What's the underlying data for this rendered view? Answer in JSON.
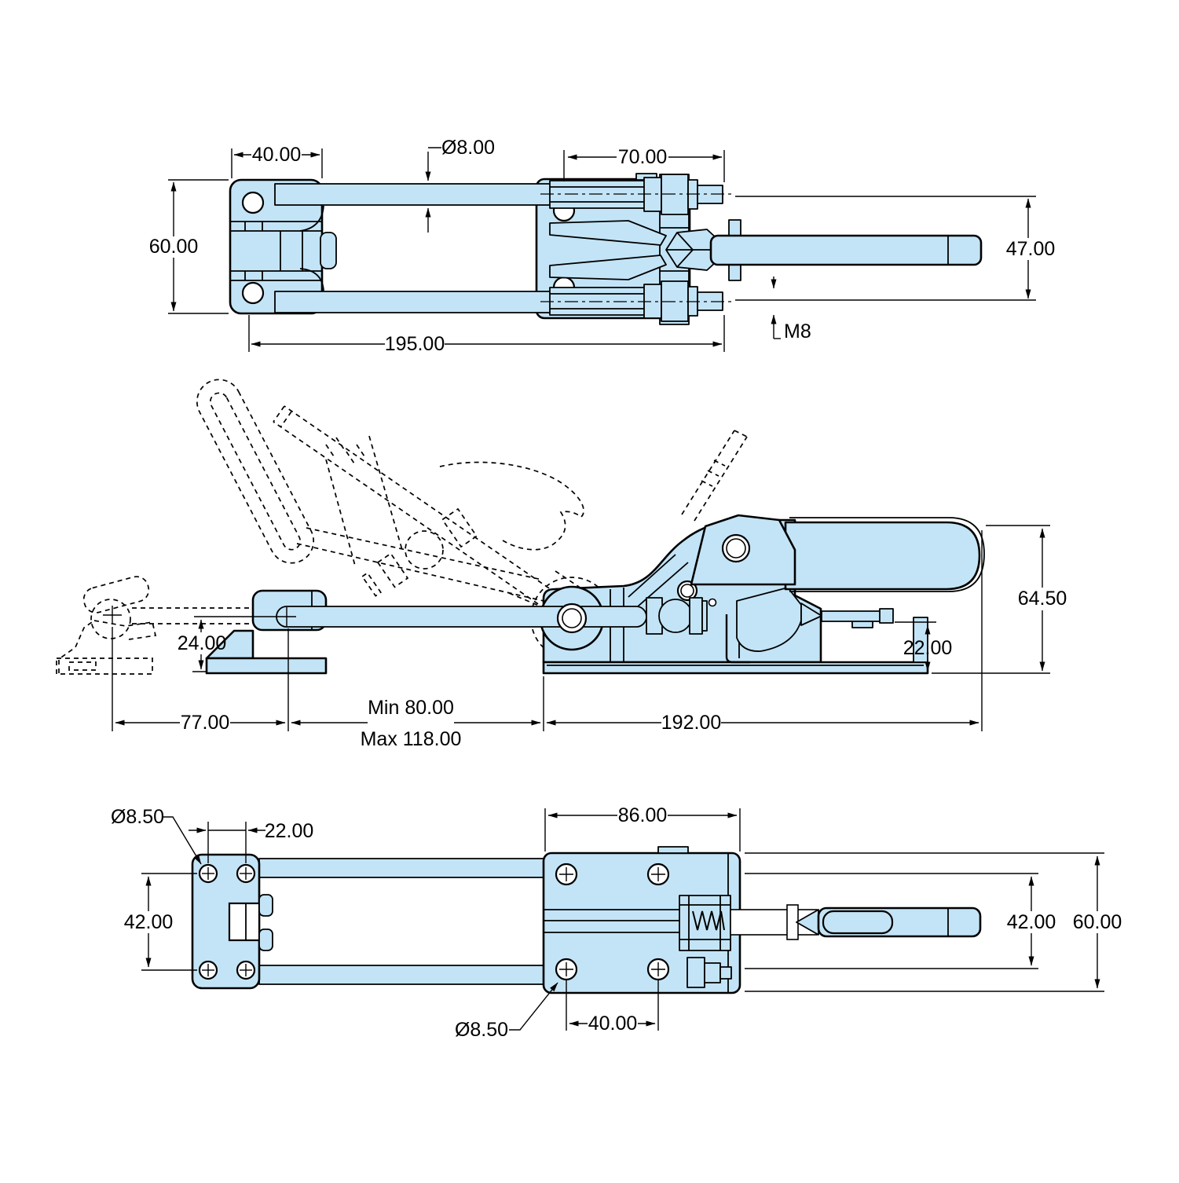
{
  "drawing": {
    "type": "engineering-drawing",
    "subject": "latch-toggle-clamp-three-views",
    "colors": {
      "part_fill": "#c3e4f6",
      "line": "#000000",
      "background": "#ffffff"
    },
    "top_view": {
      "dims": {
        "width_40": "40.00",
        "rod_dia": "Ø8.00",
        "width_70": "70.00",
        "height_60": "60.00",
        "height_47": "47.00",
        "length_195": "195.00",
        "thread": "M8"
      }
    },
    "side_view": {
      "dims": {
        "height_64_5": "64.50",
        "height_24": "24.00",
        "height_22": "22.00",
        "width_77": "77.00",
        "min_80": "Min 80.00",
        "max_118": "Max 118.00",
        "length_192": "192.00"
      }
    },
    "bottom_view": {
      "dims": {
        "hole_dia_top": "Ø8.50",
        "width_22": "22.00",
        "width_86": "86.00",
        "height_42_left": "42.00",
        "height_42_right": "42.00",
        "height_60": "60.00",
        "hole_dia_bottom": "Ø8.50",
        "width_40": "40.00"
      }
    }
  }
}
